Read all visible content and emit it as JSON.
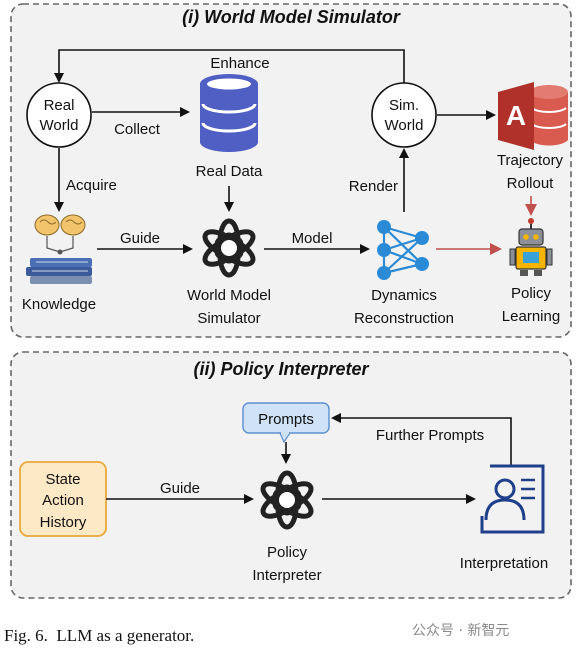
{
  "panel1": {
    "title": "(i) World Model Simulator",
    "real_world": [
      "Real",
      "World"
    ],
    "sim_world": [
      "Sim.",
      "World"
    ],
    "enhance": "Enhance",
    "collect": "Collect",
    "acquire": "Acquire",
    "real_data": "Real Data",
    "render": "Render",
    "trajectory": [
      "Trajectory",
      "Rollout"
    ],
    "guide": "Guide",
    "model": "Model",
    "knowledge": "Knowledge",
    "world_model_simulator": [
      "World Model",
      "Simulator"
    ],
    "dynamics": [
      "Dynamics",
      "Reconstruction"
    ],
    "policy_learning": [
      "Policy",
      "Learning"
    ],
    "access_icon_letter": "A"
  },
  "panel2": {
    "title": "(ii) Policy Interpreter",
    "prompts": "Prompts",
    "further_prompts": "Further Prompts",
    "state_action_history": [
      "State",
      "Action",
      "History"
    ],
    "guide": "Guide",
    "policy_interpreter": [
      "Policy",
      "Interpreter"
    ],
    "interpretation": "Interpretation"
  },
  "caption": "Fig. 6.  LLM as a generator.",
  "watermark": "公众号 · 新智元",
  "colors": {
    "panel_fill": "#f2f2f2",
    "panel_border": "#666666",
    "database": "#4f5fc4",
    "network": "#2a8ad6",
    "access_red": "#c0392b",
    "state_box_fill": "#fde9c6",
    "state_box_border": "#e8a93a",
    "prompts_fill": "#cfe2f7",
    "prompts_border": "#5b8fd0",
    "interpretation_icon": "#1f3f8a",
    "red_arrow": "#c0504d"
  }
}
